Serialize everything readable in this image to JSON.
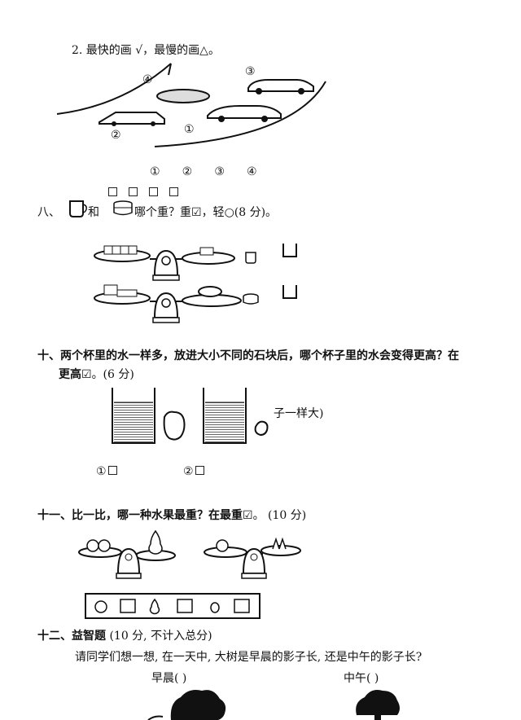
{
  "q2": {
    "text": "2.  最快的画 √，最慢的画△。",
    "labels": [
      "①",
      "②",
      "③",
      "④"
    ],
    "options": [
      "①",
      "②",
      "③",
      "④"
    ]
  },
  "q8": {
    "num": "八、",
    "text_a": "和",
    "text_b": "哪个重？重",
    "text_c": "，轻",
    "text_d": "(8 分)。"
  },
  "q10": {
    "text1": "十、两个杯里的水一样多，放进大小不同的石块后，哪个杯子里的水会变得更高？在",
    "text2": "更高",
    "text3": "。(6 分)",
    "note": "子一样大)",
    "opt1": "①",
    "opt2": "②"
  },
  "q11": {
    "text": "十一、比一比，哪一种水果最重？在最重",
    "score": "。 (10 分)"
  },
  "q12": {
    "title": "十二、益智题",
    "score": "(10 分, 不计入总分)",
    "question": "请同学们想一想, 在一天中, 大树是早晨的影子长, 还是中午的影子长?",
    "morning": "早晨(    )",
    "noon": "中午(    )"
  }
}
